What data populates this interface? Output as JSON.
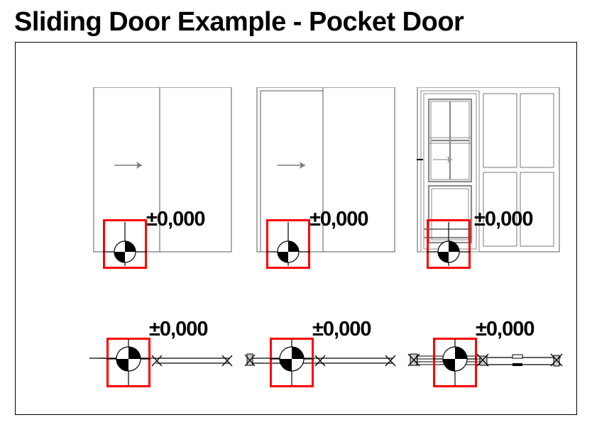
{
  "title": "Sliding Door Example - Pocket Door",
  "colors": {
    "selection": "#ff0000",
    "line": "#5a5a5a",
    "line_dark": "#000000",
    "frame": "#000000",
    "background": "#ffffff",
    "arrow": "#787878"
  },
  "level_label": "±0,000",
  "elevations": [
    {
      "name": "elevation-plain-sliding-door",
      "level_label": "±0,000",
      "style": "plain",
      "direction_arrow": "right"
    },
    {
      "name": "elevation-framed-sliding-door",
      "level_label": "±0,000",
      "style": "framed",
      "direction_arrow": "right"
    },
    {
      "name": "elevation-glazed-panel-door",
      "level_label": "±0,000",
      "style": "glazed-panel",
      "direction_arrow": "right",
      "glazing_rows": 2,
      "glazing_columns": 2,
      "panel_rows": 2,
      "panel_columns": 2
    }
  ],
  "plans": [
    {
      "name": "plan-plain-sliding-door",
      "level_label": "±0,000",
      "grips": 2,
      "jamb_left": false,
      "handle": false
    },
    {
      "name": "plan-framed-sliding-door",
      "level_label": "±0,000",
      "grips": 3,
      "jamb_left": true,
      "handle": false
    },
    {
      "name": "plan-pocket-door-detail",
      "level_label": "±0,000",
      "grips": 3,
      "jamb_left": true,
      "handle": true
    }
  ],
  "level_marker": {
    "name": "level-datum-marker",
    "description": "quadrant-circle-level-symbol",
    "filled_quadrants": [
      "north-east",
      "south-west"
    ],
    "selected": true
  }
}
